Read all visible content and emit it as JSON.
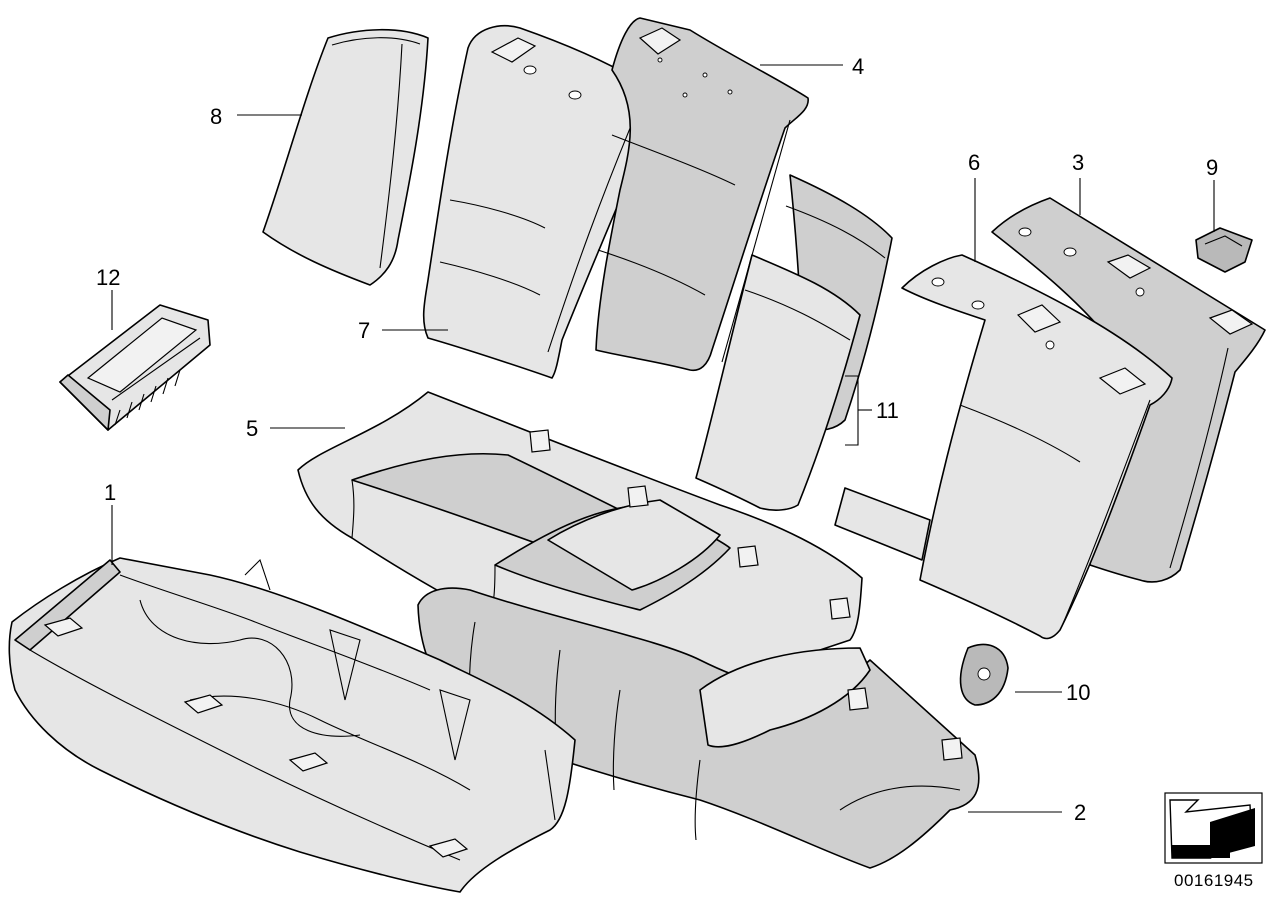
{
  "callouts": {
    "c1": "1",
    "c2": "2",
    "c3": "3",
    "c4": "4",
    "c5": "5",
    "c6": "6",
    "c7": "7",
    "c8": "8",
    "c9": "9",
    "c10": "10",
    "c11": "11",
    "c12": "12"
  },
  "doc_number": "00161945",
  "icons": {
    "orientation": "orientation-arrow-icon"
  }
}
